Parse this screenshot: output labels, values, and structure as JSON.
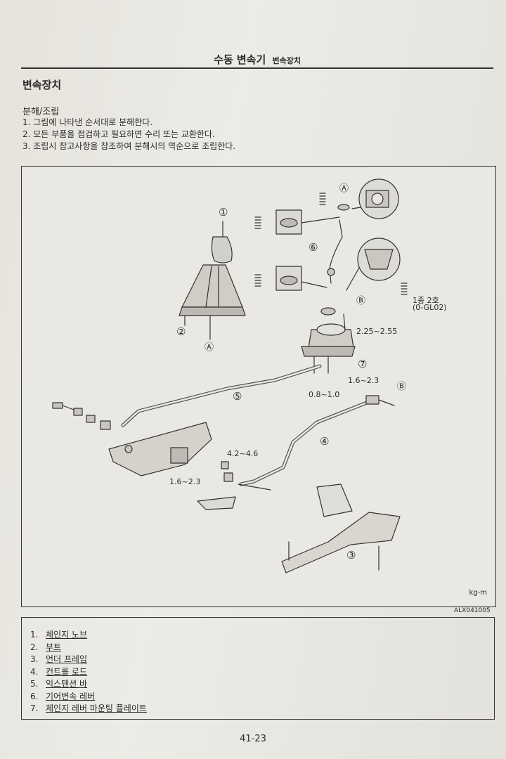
{
  "header": {
    "title": "수동 변속기",
    "subtitle": "변속장치"
  },
  "section_title": "변속장치",
  "procedure": {
    "title": "분해/조립",
    "steps": [
      "1. 그림에 나타낸 순서대로 분해한다.",
      "2. 모든 부품을 점검하고 필요하면 수리 또는 교환한다.",
      "3. 조립시 참고사항을 참조하여 분해시의 역순으로 조립한다."
    ]
  },
  "figure": {
    "code": "ALX041005",
    "unit": "kg-m",
    "callouts": [
      "①",
      "②",
      "③",
      "④",
      "⑤",
      "⑥",
      "⑦",
      "Ⓐ",
      "Ⓐ",
      "Ⓑ",
      "Ⓑ"
    ],
    "torque_labels": [
      "2.25~2.55",
      "1.6~2.3",
      "0.8~1.0",
      "4.2~4.6",
      "1.6~2.3"
    ],
    "grease_note": [
      "1종 2호",
      "(0-GL02)"
    ]
  },
  "legend": [
    {
      "num": "1.",
      "text": "체인지 노브"
    },
    {
      "num": "2.",
      "text": "부트"
    },
    {
      "num": "3.",
      "text": "언더 프레임"
    },
    {
      "num": "4.",
      "text": "컨트롤 로드"
    },
    {
      "num": "5.",
      "text": "익스텐션 바"
    },
    {
      "num": "6.",
      "text": "기어변속 레버"
    },
    {
      "num": "7.",
      "text": "체인지 레버 마운팅 플레이트"
    }
  ],
  "page_number": "41-23"
}
